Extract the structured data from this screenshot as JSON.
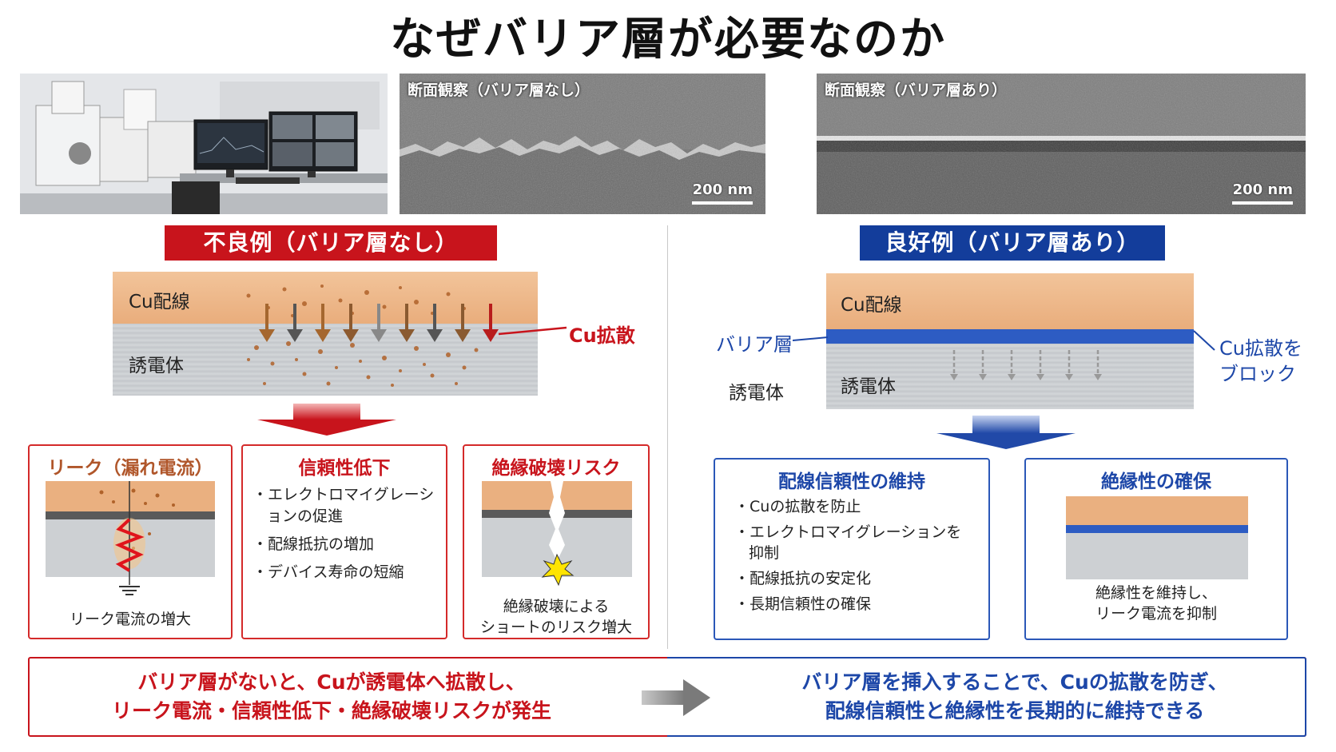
{
  "title": "なぜバリア層が必要なのか",
  "sem_without": {
    "label": "断面観察（バリア層なし）",
    "scale": "200 nm"
  },
  "sem_with": {
    "label": "断面観察（バリア層あり）",
    "scale": "200 nm"
  },
  "bad": {
    "header": "不良例（バリア層なし）",
    "cu_layer": "Cu配線",
    "dielectric_layer": "誘電体",
    "diffusion_label": "Cu拡散",
    "cards": {
      "leak": {
        "title": "リーク（漏れ電流）",
        "caption": "リーク電流の増大"
      },
      "reliability": {
        "title": "信頼性低下",
        "items": [
          "エレクトロマイグレーションの促進",
          "配線抵抗の増加",
          "デバイス寿命の短縮"
        ]
      },
      "breakdown": {
        "title": "絶縁破壊リスク",
        "caption_line1": "絶縁破壊による",
        "caption_line2": "ショートのリスク増大"
      }
    }
  },
  "good": {
    "header": "良好例（バリア層あり）",
    "cu_layer": "Cu配線",
    "barrier_label": "バリア層",
    "dielectric_outside": "誘電体",
    "dielectric_layer": "誘電体",
    "block_label_line1": "Cu拡散を",
    "block_label_line2": "ブロック",
    "cards": {
      "reliability": {
        "title": "配線信頼性の維持",
        "items": [
          "Cuの拡散を防止",
          "エレクトロマイグレーションを抑制",
          "配線抵抗の安定化",
          "長期信頼性の確保"
        ]
      },
      "insulation": {
        "title": "絶縁性の確保",
        "caption_line1": "絶縁性を維持し、",
        "caption_line2": "リーク電流を抑制"
      }
    }
  },
  "summary": {
    "left_line1": "バリア層がないと、Cuが誘電体へ拡散し、",
    "left_line2": "リーク電流・信頼性低下・絶縁破壊リスクが発生",
    "right_line1": "バリア層を挿入することで、Cuの拡散を防ぎ、",
    "right_line2": "配線信頼性と絶縁性を長期的に維持できる"
  },
  "colors": {
    "red": "#c8141c",
    "blue": "#133d9b",
    "copper": "#eab080",
    "dielectric": "#c8cbcf",
    "barrier": "#2d5cc3"
  }
}
